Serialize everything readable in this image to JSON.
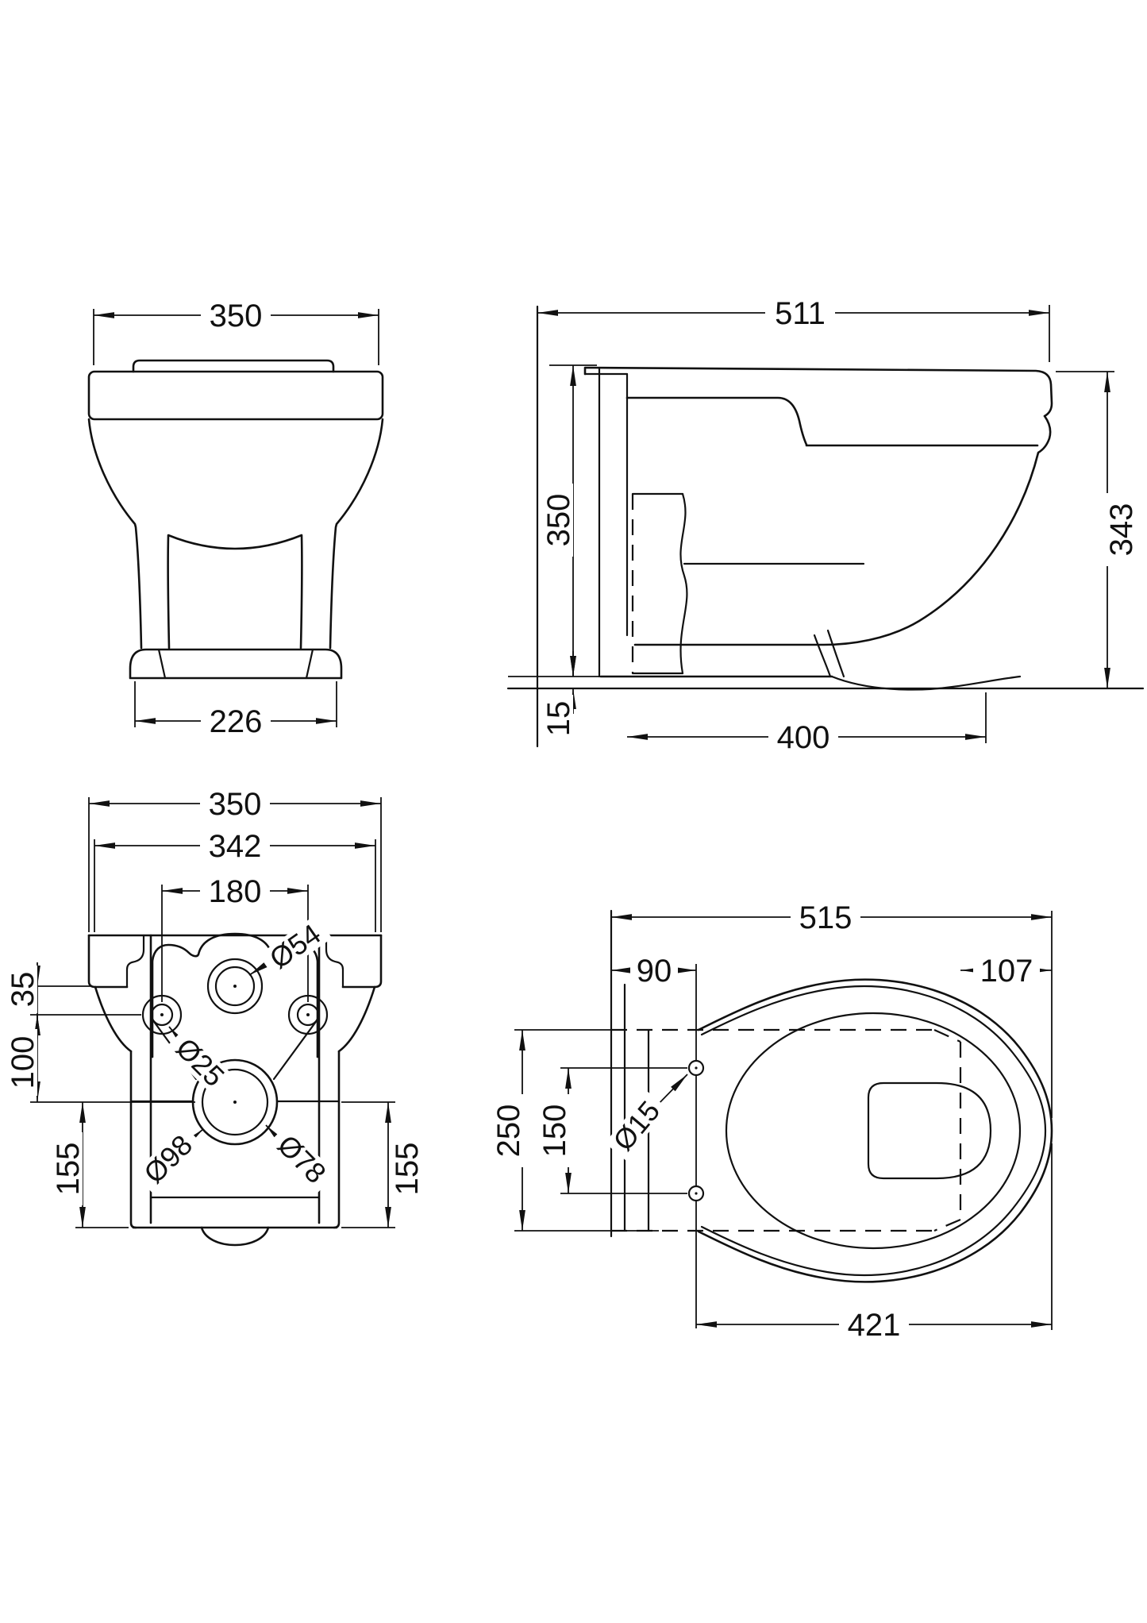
{
  "drawing": {
    "front": {
      "overall_width": "350",
      "base_width": "226"
    },
    "side": {
      "overall_depth": "511",
      "seat_height": "350",
      "rim_height": "343",
      "base_gap": "15",
      "base_depth": "400"
    },
    "rear": {
      "overall_width": "350",
      "body_width": "342",
      "fixing_centres": "180",
      "inlet_drop": "35",
      "inlet_to_outlet": "100",
      "outlet_height_left": "155",
      "outlet_height_right": "155",
      "inlet_diameter": "Ø54",
      "fixing_hole_diameter": "Ø25",
      "outlet_outer_diameter": "Ø98",
      "outlet_inner_diameter": "Ø78"
    },
    "plan": {
      "overall_depth": "515",
      "hinge_setback": "90",
      "front_overhang": "107",
      "frame_width": "250",
      "hinge_centres": "150",
      "hinge_hole_diameter": "Ø15",
      "seat_depth": "421"
    }
  }
}
